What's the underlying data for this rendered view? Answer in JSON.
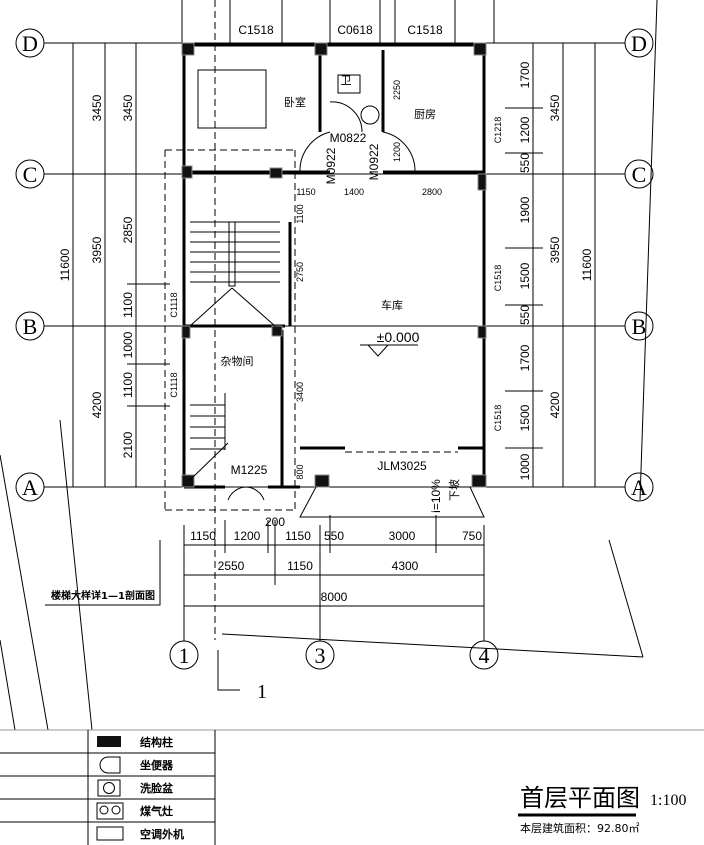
{
  "axes": {
    "rows": [
      "D",
      "C",
      "B",
      "A"
    ],
    "cols": [
      "1",
      "3",
      "4"
    ]
  },
  "windows_top": [
    "C1518",
    "C0618",
    "C1518"
  ],
  "left_dims": {
    "overall": "11600",
    "axis": [
      "3450",
      "3950",
      "4200"
    ],
    "detail": [
      "3450",
      "2850",
      "1100",
      "1000",
      "1100",
      "2100"
    ],
    "windows": [
      "C1118",
      "C1118"
    ]
  },
  "right_dims": {
    "overall": "11600",
    "axis": [
      "3450",
      "3950",
      "4200"
    ],
    "detail": [
      "1700",
      "1200",
      "550",
      "1900",
      "1500",
      "550",
      "1700",
      "1500",
      "1000"
    ],
    "windows": [
      "C1218",
      "C1518",
      "C1518"
    ]
  },
  "rooms": {
    "bedroom": "卧室",
    "toilet": "卫",
    "kitchen": "厨房",
    "garage": "车库",
    "storage": "杂物间",
    "elevation": "±0.000"
  },
  "doors": {
    "m0822": "M0822",
    "m0922_a": "M0922",
    "m0922_b": "M0922",
    "m1225": "M1225",
    "jlm3025": "JLM3025"
  },
  "inner_dims": {
    "d1150": "1150",
    "d1400": "1400",
    "d2800": "2800",
    "d2250": "2250",
    "d1200": "1200",
    "d1100": "1100",
    "d2750": "2750",
    "d3400": "3400",
    "d800": "800",
    "d200": "200"
  },
  "ramp": {
    "slope": "i=10%",
    "down": "下坡"
  },
  "bottom_dims": {
    "row1": [
      "1150",
      "1200",
      "1150",
      "550",
      "3000",
      "750"
    ],
    "row2": [
      "2550",
      "1150",
      "4300"
    ],
    "total": "8000"
  },
  "section_note": "楼梯大样详1—1剖面图",
  "section_mark": "1",
  "legend": [
    "结构柱",
    "坐便器",
    "洗脸盆",
    "煤气灶",
    "空调外机"
  ],
  "title": {
    "name": "首层平面图",
    "scale": "1:100",
    "area": "本层建筑面积：92.80㎡"
  }
}
